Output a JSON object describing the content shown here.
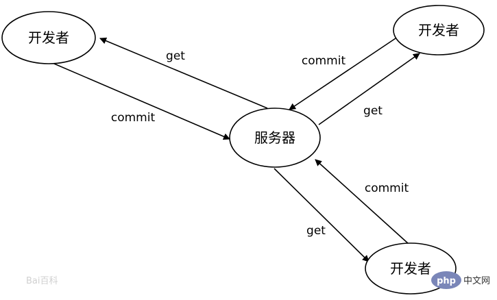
{
  "nodes": {
    "developer_top_left": {
      "label": "开发者"
    },
    "developer_top_right": {
      "label": "开发者"
    },
    "server": {
      "label": "服务器"
    },
    "developer_bottom_right": {
      "label": "开发者"
    }
  },
  "edges": {
    "server_to_top_left": {
      "label": "get"
    },
    "top_left_to_server": {
      "label": "commit"
    },
    "top_right_to_server": {
      "label": "commit"
    },
    "server_to_top_right": {
      "label": "get"
    },
    "bottom_right_to_server": {
      "label": "commit"
    },
    "server_to_bottom_right": {
      "label": "get"
    }
  },
  "watermarks": {
    "baidu": "Bai百科",
    "php_badge": "php",
    "php_site": "中文网"
  }
}
